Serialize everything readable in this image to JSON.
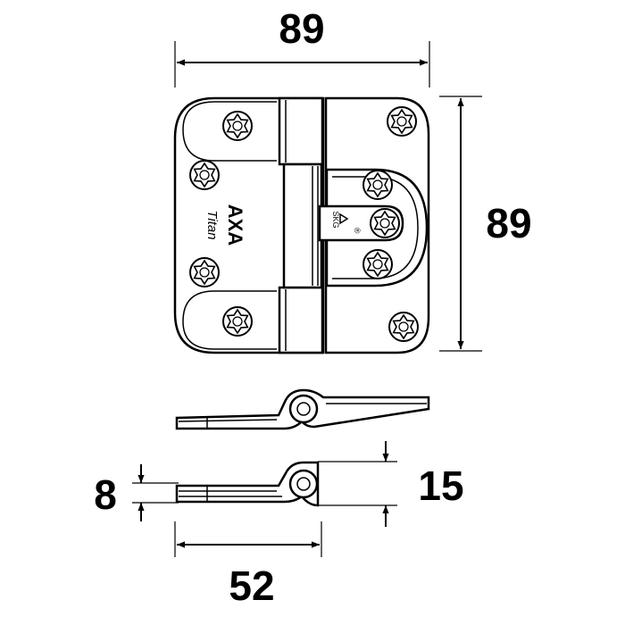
{
  "dimensions": {
    "top_width": "89",
    "right_height": "89",
    "thickness": "8",
    "knuckle_height": "15",
    "leaf_length": "52"
  },
  "hinge": {
    "brand": "AXA",
    "model": "Titan",
    "cert_mark": "SKG",
    "registered_mark": "®"
  },
  "colors": {
    "line": "#000000",
    "fill": "#ffffff"
  }
}
